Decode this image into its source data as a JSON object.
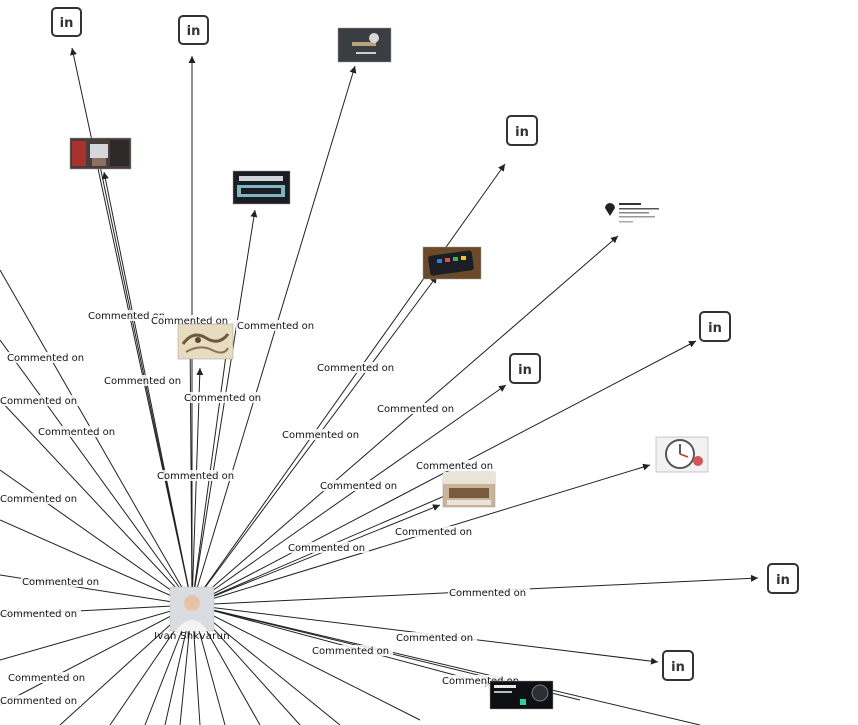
{
  "graph": {
    "center_node": {
      "label": "Ivan Shkvarun"
    },
    "edge_label": "Commented on",
    "linkedin_icon_text": "in",
    "colors": {
      "edge": "#222222",
      "linkedin_icon": "#333333",
      "background": "#ffffff"
    },
    "nodes": [
      {
        "id": "n1",
        "kind": "linkedin-icon"
      },
      {
        "id": "n2",
        "kind": "linkedin-icon"
      },
      {
        "id": "n3",
        "kind": "image-thumbnail",
        "icon": "lightbulb-image"
      },
      {
        "id": "n4",
        "kind": "image-thumbnail",
        "icon": "studio-photo"
      },
      {
        "id": "n5",
        "kind": "image-thumbnail",
        "icon": "we-are-osint-banner"
      },
      {
        "id": "n6",
        "kind": "linkedin-icon"
      },
      {
        "id": "n7",
        "kind": "document-thumbnail",
        "icon": "profile-card"
      },
      {
        "id": "n8",
        "kind": "image-thumbnail",
        "icon": "phone-photo"
      },
      {
        "id": "n9",
        "kind": "linkedin-icon"
      },
      {
        "id": "n10",
        "kind": "image-thumbnail",
        "icon": "vintage-map"
      },
      {
        "id": "n11",
        "kind": "linkedin-icon"
      },
      {
        "id": "n12",
        "kind": "image-thumbnail",
        "icon": "clock-photo"
      },
      {
        "id": "n13",
        "kind": "image-thumbnail",
        "icon": "conference-room-photo"
      },
      {
        "id": "n14",
        "kind": "linkedin-icon"
      },
      {
        "id": "n15",
        "kind": "linkedin-icon"
      },
      {
        "id": "n16",
        "kind": "image-thumbnail",
        "icon": "dark-event-banner"
      }
    ]
  }
}
